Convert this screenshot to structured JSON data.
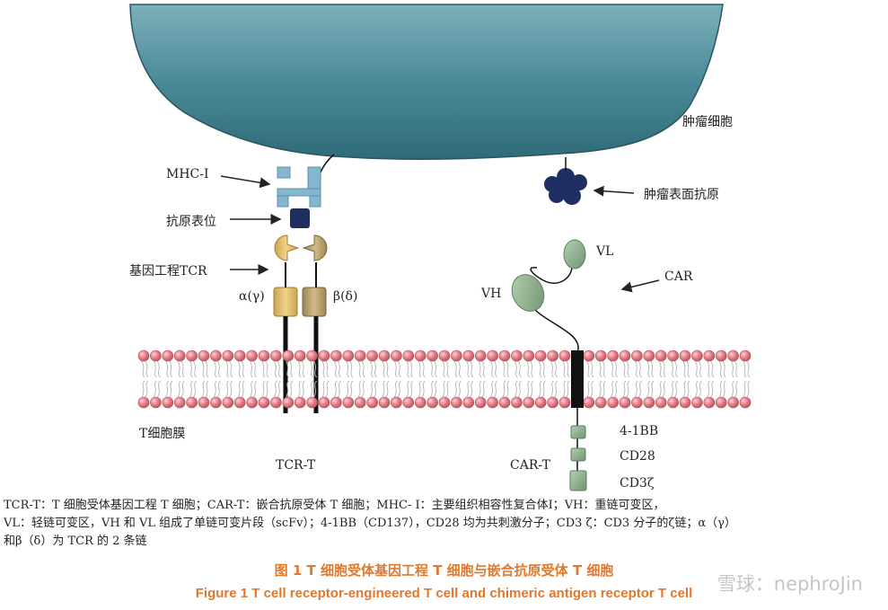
{
  "labels": {
    "tumor_cell": "肿瘤细胞",
    "tumor_antigen": "肿瘤表面抗原",
    "mhc": "MHC-I",
    "epitope": "抗原表位",
    "tcr": "基因工程TCR",
    "alpha": "α(γ)",
    "beta": "β(δ)",
    "vl": "VL",
    "vh": "VH",
    "car": "CAR",
    "membrane": "T细胞膜",
    "tcr_t": "TCR-T",
    "car_t": "CAR-T",
    "bb": "4-1BB",
    "cd28": "CD28",
    "cd3z": "CD3ζ"
  },
  "legend": [
    "TCR-T：T 细胞受体基因工程 T 细胞；CAR-T：嵌合抗原受体 T 细胞；MHC- Ⅰ：主要组织相容性复合体Ⅰ；VH：重链可变区，",
    "VL：轻链可变区，VH 和 VL 组成了单链可变片段（scFv）；4-1BB（CD137），CD28 均为共刺激分子；CD3 ζ：CD3 分子的ζ链；α（γ）",
    "和β（δ）为 TCR 的 2 条链"
  ],
  "caption_zh": "图 1  T 细胞受体基因工程 T 细胞与嵌合抗原受体 T 细胞",
  "caption_en": "Figure 1  T cell receptor-engineered T cell and chimeric antigen receptor T cell",
  "watermark": "雪球：nephroJin",
  "colors": {
    "tumor_fill": "#4a8a97",
    "lipid_head": "#e3838c",
    "mhc": "#84b6cf",
    "epitope": "#1e2e60",
    "tcr_alpha": "#e9c876",
    "tcr_beta": "#c2a878",
    "car_domain": "#8eb08d",
    "caption": "#e0782d"
  }
}
